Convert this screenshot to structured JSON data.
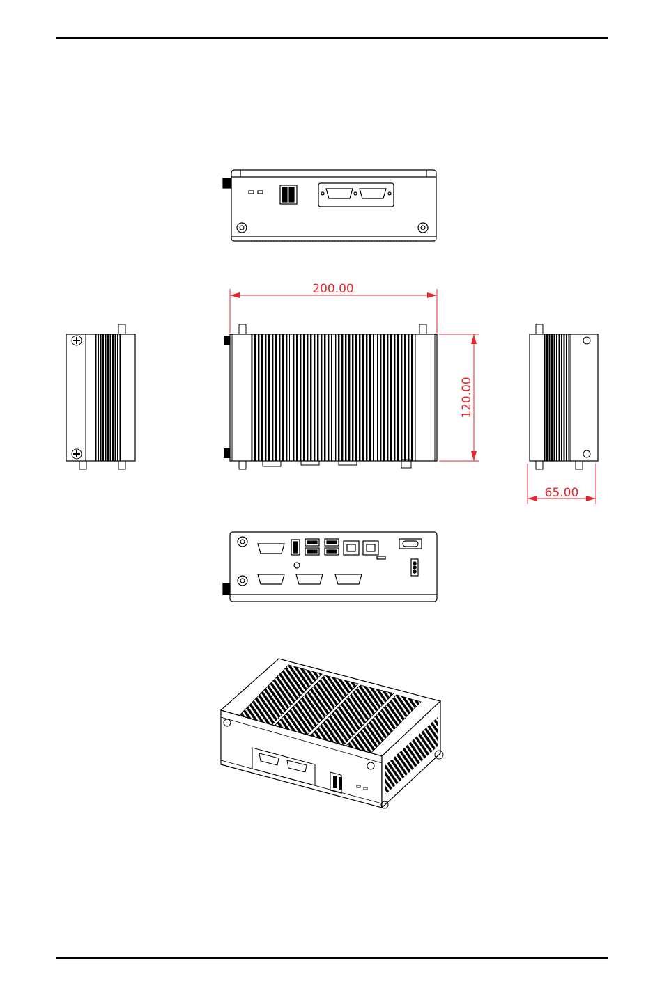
{
  "page": {
    "header_rule": "",
    "footer_rule": ""
  },
  "dimensions": {
    "width": "200.00",
    "height": "120.00",
    "depth": "65.00"
  },
  "colors": {
    "line": "#000000",
    "dimension": "#e8262b"
  }
}
